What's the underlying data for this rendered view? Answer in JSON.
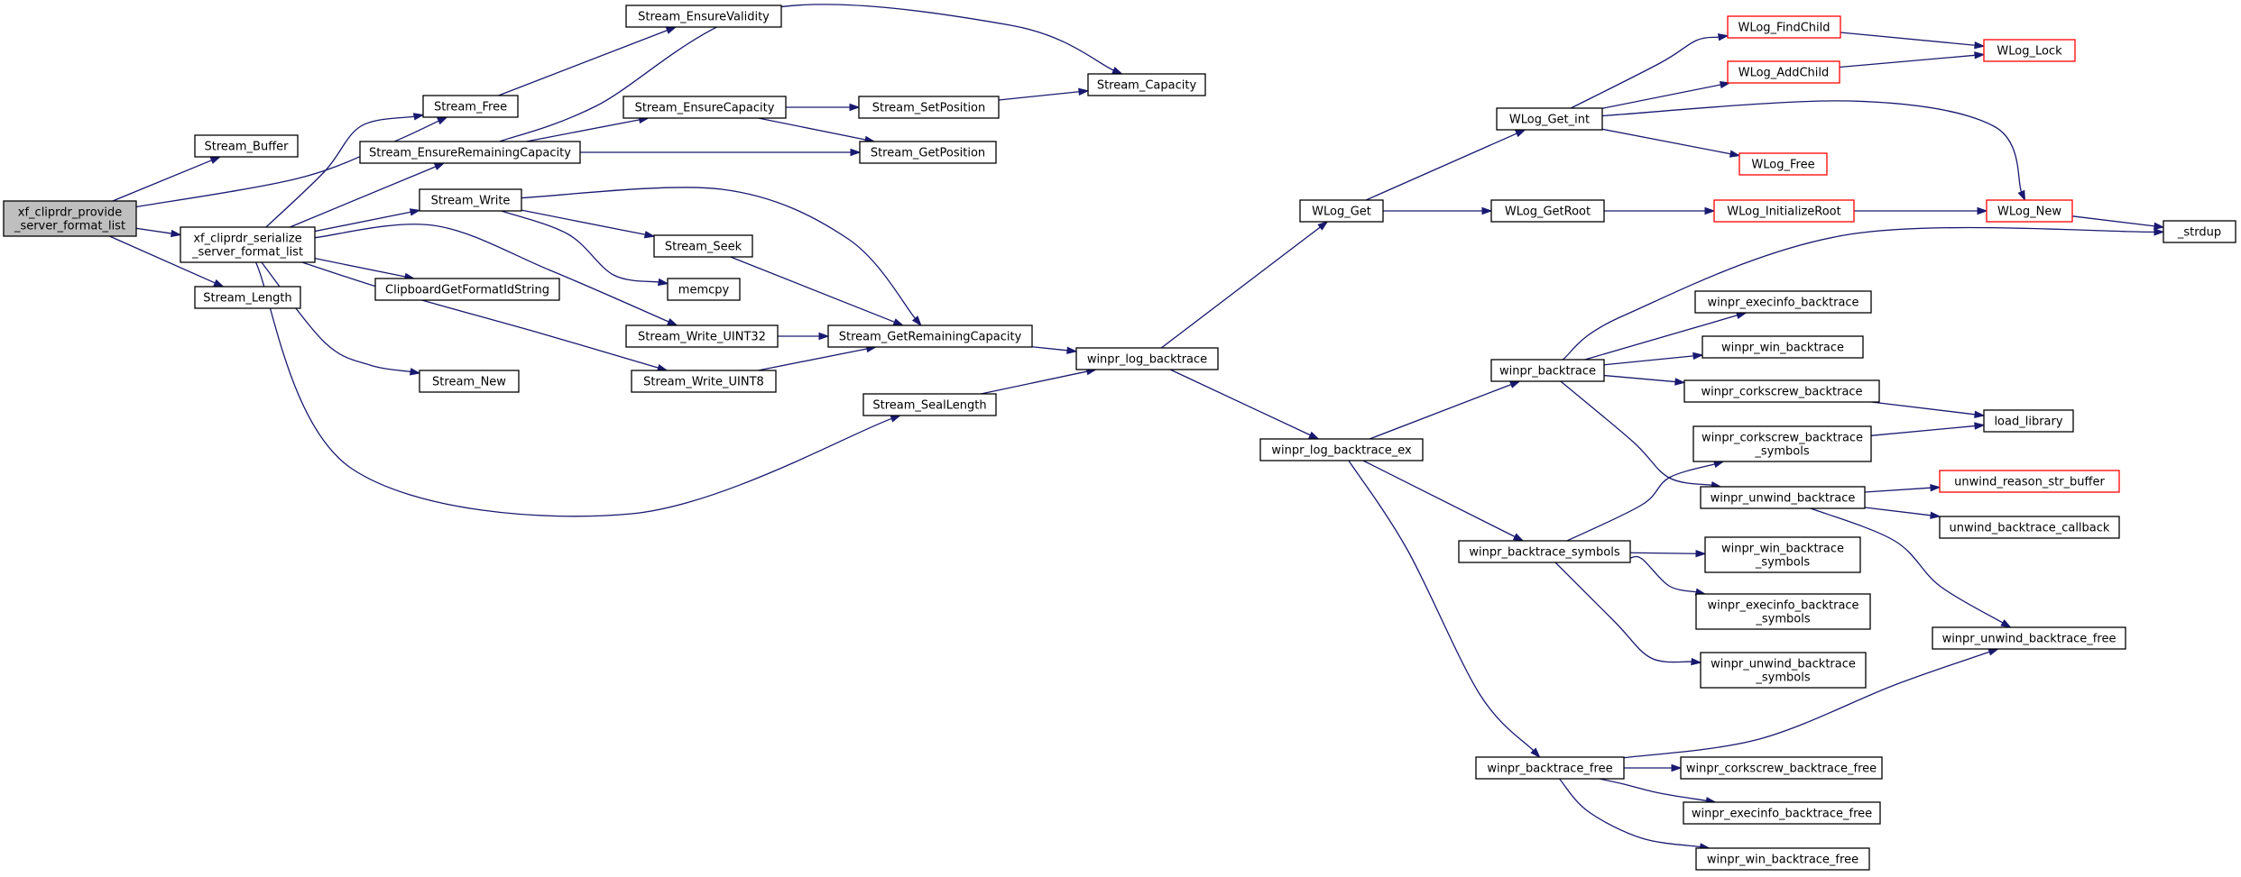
{
  "colors": {
    "edge": "#191970",
    "node_border": "#000000",
    "truncated_border": "#ff0000",
    "root_fill": "#bfbfbf",
    "node_fill": "#ffffff"
  },
  "nodes": [
    {
      "id": "root",
      "lines": [
        "xf_cliprdr_provide",
        "_server_format_list"
      ],
      "style": "root"
    },
    {
      "id": "stream_buffer",
      "lines": [
        "Stream_Buffer"
      ]
    },
    {
      "id": "serialize",
      "lines": [
        "xf_cliprdr_serialize",
        "_server_format_list"
      ]
    },
    {
      "id": "stream_length",
      "lines": [
        "Stream_Length"
      ]
    },
    {
      "id": "stream_free",
      "lines": [
        "Stream_Free"
      ]
    },
    {
      "id": "ensure_validity",
      "lines": [
        "Stream_EnsureValidity"
      ]
    },
    {
      "id": "ensure_remaining",
      "lines": [
        "Stream_EnsureRemainingCapacity"
      ]
    },
    {
      "id": "ensure_capacity",
      "lines": [
        "Stream_EnsureCapacity"
      ]
    },
    {
      "id": "set_position",
      "lines": [
        "Stream_SetPosition"
      ]
    },
    {
      "id": "capacity",
      "lines": [
        "Stream_Capacity"
      ]
    },
    {
      "id": "get_position",
      "lines": [
        "Stream_GetPosition"
      ]
    },
    {
      "id": "stream_write",
      "lines": [
        "Stream_Write"
      ]
    },
    {
      "id": "stream_seek",
      "lines": [
        "Stream_Seek"
      ]
    },
    {
      "id": "memcpy",
      "lines": [
        "memcpy"
      ]
    },
    {
      "id": "clipboard_fmt",
      "lines": [
        "ClipboardGetFormatIdString"
      ]
    },
    {
      "id": "write_u32",
      "lines": [
        "Stream_Write_UINT32"
      ]
    },
    {
      "id": "get_remaining",
      "lines": [
        "Stream_GetRemainingCapacity"
      ]
    },
    {
      "id": "write_u8",
      "lines": [
        "Stream_Write_UINT8"
      ]
    },
    {
      "id": "stream_new",
      "lines": [
        "Stream_New"
      ]
    },
    {
      "id": "seal_length",
      "lines": [
        "Stream_SealLength"
      ]
    },
    {
      "id": "log_backtrace",
      "lines": [
        "winpr_log_backtrace"
      ]
    },
    {
      "id": "log_backtrace_ex",
      "lines": [
        "winpr_log_backtrace_ex"
      ]
    },
    {
      "id": "wlog_get",
      "lines": [
        "WLog_Get"
      ]
    },
    {
      "id": "wlog_get_int",
      "lines": [
        "WLog_Get_int"
      ]
    },
    {
      "id": "wlog_getroot",
      "lines": [
        "WLog_GetRoot"
      ]
    },
    {
      "id": "wlog_findchild",
      "lines": [
        "WLog_FindChild"
      ],
      "style": "trunc"
    },
    {
      "id": "wlog_addchild",
      "lines": [
        "WLog_AddChild"
      ],
      "style": "trunc"
    },
    {
      "id": "wlog_free",
      "lines": [
        "WLog_Free"
      ],
      "style": "trunc"
    },
    {
      "id": "wlog_initroot",
      "lines": [
        "WLog_InitializeRoot"
      ],
      "style": "trunc"
    },
    {
      "id": "wlog_lock",
      "lines": [
        "WLog_Lock"
      ],
      "style": "trunc"
    },
    {
      "id": "wlog_new",
      "lines": [
        "WLog_New"
      ],
      "style": "trunc"
    },
    {
      "id": "strdup",
      "lines": [
        "_strdup"
      ]
    },
    {
      "id": "winpr_backtrace",
      "lines": [
        "winpr_backtrace"
      ]
    },
    {
      "id": "execinfo_bt",
      "lines": [
        "winpr_execinfo_backtrace"
      ]
    },
    {
      "id": "win_bt",
      "lines": [
        "winpr_win_backtrace"
      ]
    },
    {
      "id": "corkscrew_bt",
      "lines": [
        "winpr_corkscrew_backtrace"
      ]
    },
    {
      "id": "load_library",
      "lines": [
        "load_library"
      ]
    },
    {
      "id": "corkscrew_sym",
      "lines": [
        "winpr_corkscrew_backtrace",
        "_symbols"
      ]
    },
    {
      "id": "unwind_bt",
      "lines": [
        "winpr_unwind_backtrace"
      ]
    },
    {
      "id": "unwind_reason",
      "lines": [
        "unwind_reason_str_buffer"
      ],
      "style": "trunc"
    },
    {
      "id": "unwind_callback",
      "lines": [
        "unwind_backtrace_callback"
      ]
    },
    {
      "id": "bt_symbols",
      "lines": [
        "winpr_backtrace_symbols"
      ]
    },
    {
      "id": "win_sym",
      "lines": [
        "winpr_win_backtrace",
        "_symbols"
      ]
    },
    {
      "id": "execinfo_sym",
      "lines": [
        "winpr_execinfo_backtrace",
        "_symbols"
      ]
    },
    {
      "id": "unwind_sym",
      "lines": [
        "winpr_unwind_backtrace",
        "_symbols"
      ]
    },
    {
      "id": "unwind_free",
      "lines": [
        "winpr_unwind_backtrace_free"
      ]
    },
    {
      "id": "bt_free",
      "lines": [
        "winpr_backtrace_free"
      ]
    },
    {
      "id": "corkscrew_free",
      "lines": [
        "winpr_corkscrew_backtrace_free"
      ]
    },
    {
      "id": "execinfo_free",
      "lines": [
        "winpr_execinfo_backtrace_free"
      ]
    },
    {
      "id": "win_free",
      "lines": [
        "winpr_win_backtrace_free"
      ]
    }
  ],
  "edges": [
    [
      "root",
      "stream_buffer"
    ],
    [
      "root",
      "stream_free"
    ],
    [
      "root",
      "serialize"
    ],
    [
      "root",
      "stream_length"
    ],
    [
      "serialize",
      "stream_free"
    ],
    [
      "serialize",
      "ensure_remaining"
    ],
    [
      "serialize",
      "stream_write"
    ],
    [
      "serialize",
      "clipboard_fmt"
    ],
    [
      "serialize",
      "write_u32"
    ],
    [
      "serialize",
      "write_u8"
    ],
    [
      "serialize",
      "stream_new"
    ],
    [
      "serialize",
      "seal_length"
    ],
    [
      "stream_free",
      "ensure_validity"
    ],
    [
      "ensure_remaining",
      "capacity"
    ],
    [
      "ensure_remaining",
      "ensure_capacity"
    ],
    [
      "ensure_remaining",
      "get_position"
    ],
    [
      "ensure_capacity",
      "set_position"
    ],
    [
      "ensure_capacity",
      "get_position"
    ],
    [
      "set_position",
      "capacity"
    ],
    [
      "stream_write",
      "stream_seek"
    ],
    [
      "stream_write",
      "memcpy"
    ],
    [
      "stream_write",
      "get_remaining"
    ],
    [
      "stream_seek",
      "get_remaining"
    ],
    [
      "write_u32",
      "get_remaining"
    ],
    [
      "write_u8",
      "get_remaining"
    ],
    [
      "get_remaining",
      "log_backtrace"
    ],
    [
      "seal_length",
      "log_backtrace"
    ],
    [
      "log_backtrace",
      "wlog_get"
    ],
    [
      "log_backtrace",
      "log_backtrace_ex"
    ],
    [
      "wlog_get",
      "wlog_get_int"
    ],
    [
      "wlog_get",
      "wlog_getroot"
    ],
    [
      "wlog_get_int",
      "wlog_findchild"
    ],
    [
      "wlog_get_int",
      "wlog_addchild"
    ],
    [
      "wlog_get_int",
      "wlog_free"
    ],
    [
      "wlog_get_int",
      "wlog_new"
    ],
    [
      "wlog_findchild",
      "wlog_lock"
    ],
    [
      "wlog_addchild",
      "wlog_lock"
    ],
    [
      "wlog_getroot",
      "wlog_initroot"
    ],
    [
      "wlog_initroot",
      "wlog_new"
    ],
    [
      "wlog_new",
      "strdup"
    ],
    [
      "log_backtrace_ex",
      "winpr_backtrace"
    ],
    [
      "log_backtrace_ex",
      "bt_symbols"
    ],
    [
      "log_backtrace_ex",
      "bt_free"
    ],
    [
      "winpr_backtrace",
      "strdup"
    ],
    [
      "winpr_backtrace",
      "execinfo_bt"
    ],
    [
      "winpr_backtrace",
      "win_bt"
    ],
    [
      "winpr_backtrace",
      "corkscrew_bt"
    ],
    [
      "winpr_backtrace",
      "unwind_bt"
    ],
    [
      "corkscrew_bt",
      "load_library"
    ],
    [
      "corkscrew_sym",
      "load_library"
    ],
    [
      "unwind_bt",
      "unwind_reason"
    ],
    [
      "unwind_bt",
      "unwind_callback"
    ],
    [
      "unwind_bt",
      "unwind_free"
    ],
    [
      "bt_symbols",
      "corkscrew_sym"
    ],
    [
      "bt_symbols",
      "win_sym"
    ],
    [
      "bt_symbols",
      "execinfo_sym"
    ],
    [
      "bt_symbols",
      "unwind_sym"
    ],
    [
      "bt_free",
      "unwind_free"
    ],
    [
      "bt_free",
      "corkscrew_free"
    ],
    [
      "bt_free",
      "execinfo_free"
    ],
    [
      "bt_free",
      "win_free"
    ]
  ]
}
